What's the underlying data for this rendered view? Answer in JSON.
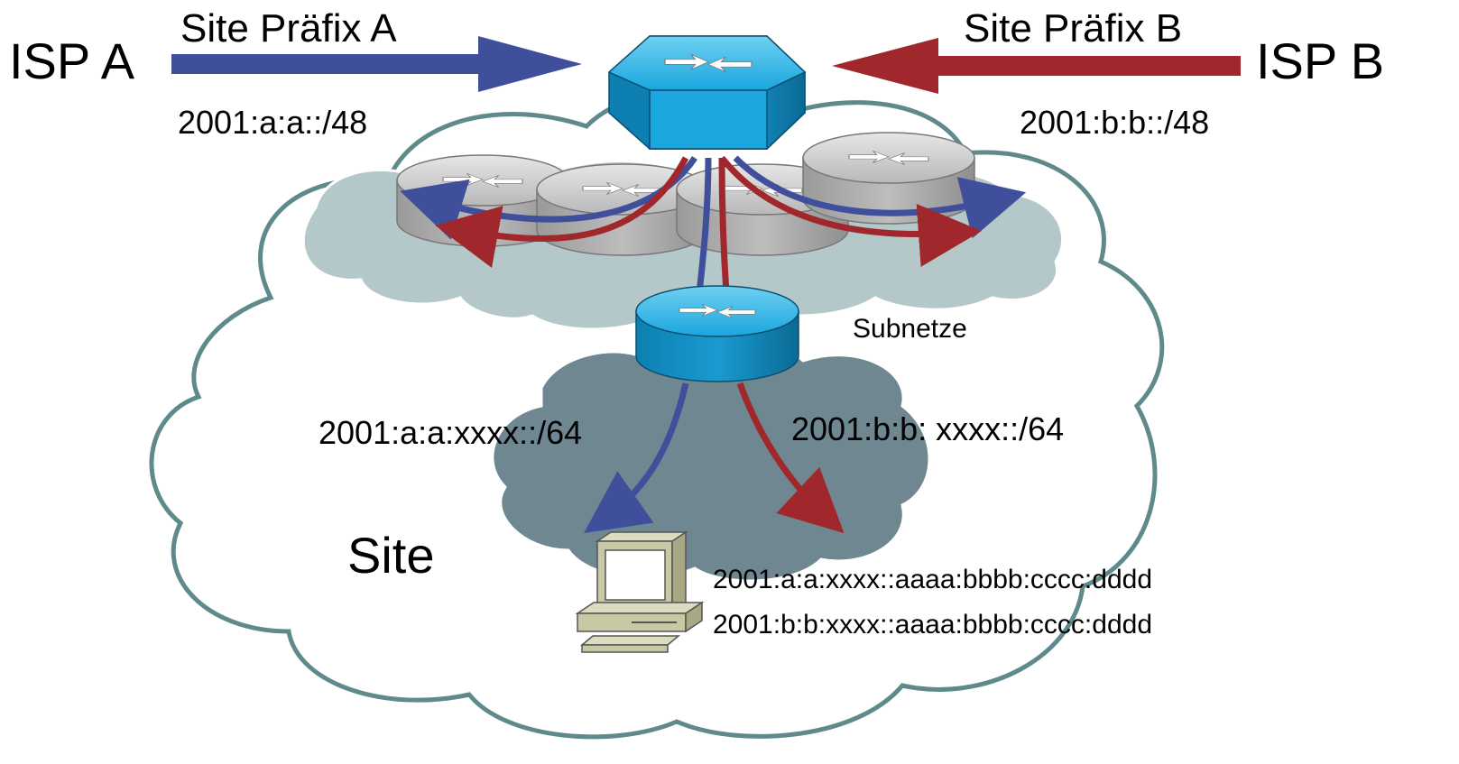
{
  "isp_a": {
    "label": "ISP A",
    "prefix_label": "Site Präfix A",
    "prefix": "2001:a:a::/48"
  },
  "isp_b": {
    "label": "ISP B",
    "prefix_label": "Site Präfix B",
    "prefix": "2001:b:b::/48"
  },
  "site": {
    "label": "Site",
    "subnets_label": "Subnetze"
  },
  "subnet_a": "2001:a:a:xxxx::/64",
  "subnet_b": "2001:b:b: xxxx::/64",
  "host": {
    "addr_a": "2001:a:a:xxxx::aaaa:bbbb:cccc:dddd",
    "addr_b": "2001:b:b:xxxx::aaaa:bbbb:cccc:dddd"
  },
  "colors": {
    "prefix_a_arrow": "#3f4f9c",
    "prefix_b_arrow": "#a0282c",
    "site_cloud_stroke": "#5f8a8b",
    "subnet_cloud_fill": "#b4c7c9",
    "host_cloud_fill": "#6f8791",
    "router_blue": "#1aa6de",
    "router_gray": "#c9c9c9"
  }
}
